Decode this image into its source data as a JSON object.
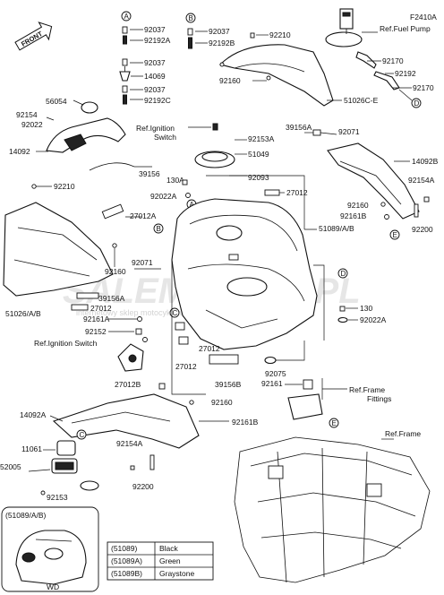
{
  "figure_code": "F2410A",
  "direction_label": "FRONT",
  "watermark": {
    "main": "SALEMOTO24.PL",
    "sub": "internetowy sklep motocyklowy"
  },
  "callouts": {
    "a": "A",
    "b": "B",
    "c": "C",
    "d": "D",
    "e": "E"
  },
  "refs": {
    "fuel_pump": "Ref.Fuel Pump",
    "ignition_top_1": "Ref.Ignition",
    "ignition_top_2": "Switch",
    "ignition_mid": "Ref.Ignition Switch",
    "frame_fittings_1": "Ref.Frame",
    "frame_fittings_2": "Fittings",
    "frame": "Ref.Frame"
  },
  "part_numbers": {
    "p92037_a1": "92037",
    "p92192a": "92192A",
    "p92037_a2": "92037",
    "p14069": "14069",
    "p92037_a3": "92037",
    "p92192c": "92192C",
    "p92037_b": "92037",
    "p92192b": "92192B",
    "p92210_top": "92210",
    "p56054": "56054",
    "p92154": "92154",
    "p92022": "92022",
    "p14092": "14092",
    "p39156": "39156",
    "p92210_left": "92210",
    "p27012a": "27012A",
    "p51026": "51026/A/B",
    "p92160_left": "92160",
    "p92071_left": "92071",
    "p39156a_left": "39156A",
    "p27012_left": "27012",
    "p92161a": "92161A",
    "p92152": "92152",
    "p130a": "130A",
    "p92022a_top": "92022A",
    "p27012_top": "27012",
    "p92093": "92093",
    "p51049": "51049",
    "p92153a": "92153A",
    "p39156a_right": "39156A",
    "p92071_right": "92071",
    "p92160_top": "92160",
    "p51026ce": "51026C-E",
    "p92170_1": "92170",
    "p92192": "92192",
    "p92170_2": "92170",
    "p14092b": "14092B",
    "p92154a_right": "92154A",
    "p92160_right": "92160",
    "p92161b_right": "92161B",
    "p92200_right": "92200",
    "p51089": "51089/A/B",
    "p130": "130",
    "p92022a_right": "92022A",
    "p27012_mid1": "27012",
    "p27012_mid2": "27012",
    "p92075": "92075",
    "p39156b": "39156B",
    "p92161": "92161",
    "p27012b": "27012B",
    "p92160_bottom": "92160",
    "p92161b_bottom": "92161B",
    "p14092a": "14092A",
    "p92154a_bottom": "92154A",
    "p92200_bottom": "92200",
    "p11061": "11061",
    "p52005": "52005",
    "p92153": "92153"
  },
  "inset": {
    "title": "(51089/A/B)",
    "tag": "WD"
  },
  "color_table": {
    "rows": [
      {
        "part": "(51089)",
        "color": "Black"
      },
      {
        "part": "(51089A)",
        "color": "Green"
      },
      {
        "part": "(51089B)",
        "color": "Graystone"
      }
    ]
  }
}
